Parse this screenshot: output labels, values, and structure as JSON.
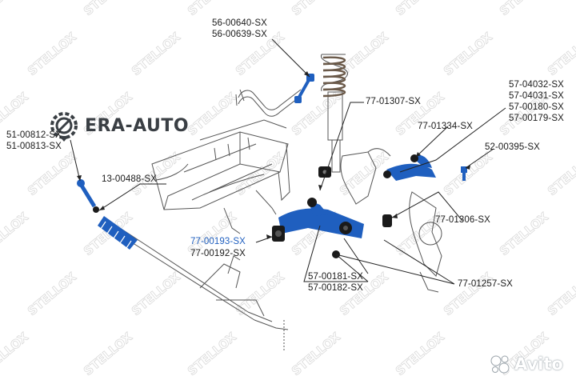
{
  "brand": {
    "name": "ERA-AUTO",
    "icon": "gear-wrench-icon",
    "color": "#3a3f44"
  },
  "watermark": {
    "text": "STELLOX",
    "color": "#d9d9d9"
  },
  "marketplace_badge": {
    "name": "Avito",
    "icon": "avito-dots-icon"
  },
  "colors": {
    "part_fill": "#1f5fbf",
    "drawing_line": "#555555",
    "leader": "#222222",
    "highlight_label": "#1f5fbf"
  },
  "labels": {
    "p56_00640": "56-00640-SX",
    "p56_00639": "56-00639-SX",
    "p57_04032": "57-04032-SX",
    "p57_04031": "57-04031-SX",
    "p57_00180": "57-00180-SX",
    "p57_00179": "57-00179-SX",
    "p77_01307": "77-01307-SX",
    "p77_01334": "77-01334-SX",
    "p52_00395": "52-00395-SX",
    "p51_00812": "51-00812-SX",
    "p51_00813": "51-00813-SX",
    "p13_00488": "13-00488-SX",
    "p77_01306": "77-01306-SX",
    "p77_00193": "77-00193-SX",
    "p77_00192": "77-00192-SX",
    "p57_00181": "57-00181-SX",
    "p57_00182": "57-00182-SX",
    "p77_01257": "77-01257-SX"
  }
}
